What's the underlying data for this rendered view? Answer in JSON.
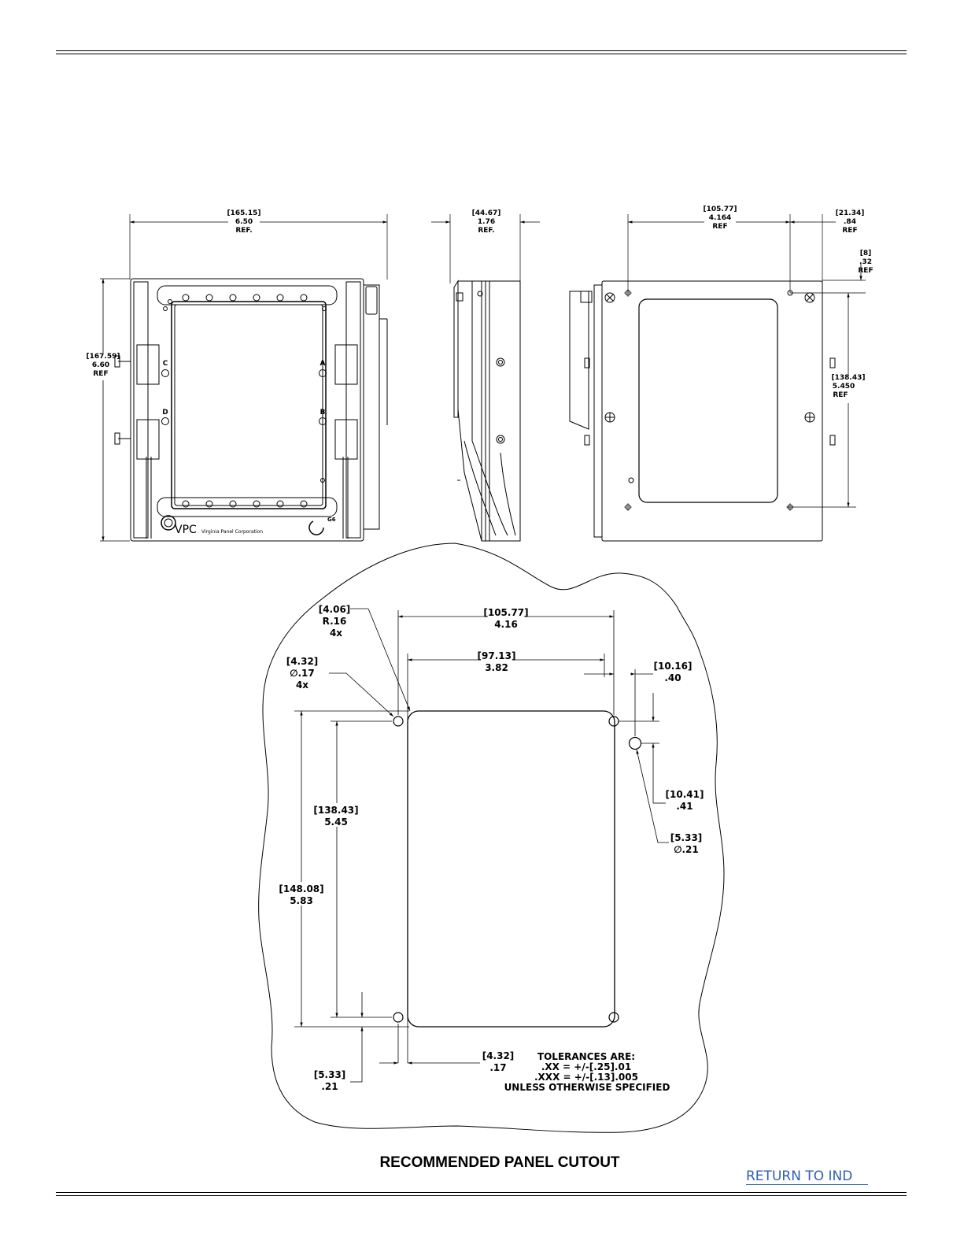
{
  "views": {
    "front": {
      "width_mm": "[165.15]",
      "width_in": "6.50",
      "width_ref": "REF.",
      "height_mm": "[167.59]",
      "height_in": "6.60",
      "height_ref": "REF",
      "label_a": "A",
      "label_b": "B",
      "label_c": "C",
      "label_d": "D",
      "brand_logo": "VPC",
      "brand_text": "Virginia Panel Corporation",
      "series_mark": "G6"
    },
    "side": {
      "depth_mm": "[44.67]",
      "depth_in": "1.76",
      "depth_ref": "REF."
    },
    "rear": {
      "hole_span_mm": "[105.77]",
      "hole_span_in": "4.164",
      "hole_span_ref": "REF",
      "edge_mm": "[21.34]",
      "edge_in": ".84",
      "edge_ref": "REF",
      "top_mm": "[8]",
      "top_in": ".32",
      "top_ref": "REF",
      "vert_mm": "[138.43]",
      "vert_in": "5.450",
      "vert_ref": "REF"
    }
  },
  "cutout": {
    "radius": {
      "mm": "[4.06]",
      "in": "R.16",
      "qty": "4x"
    },
    "hole_dia": {
      "mm": "[4.32]",
      "in": "∅.17",
      "qty": "4x"
    },
    "hole_span": {
      "mm": "[105.77]",
      "in": "4.16"
    },
    "window_width": {
      "mm": "[97.13]",
      "in": "3.82"
    },
    "key_offset": {
      "mm": "[10.16]",
      "in": ".40"
    },
    "key_vert": {
      "mm": "[10.41]",
      "in": ".41"
    },
    "key_dia": {
      "mm": "[5.33]",
      "in": "∅.21"
    },
    "hole_vert": {
      "mm": "[138.43]",
      "in": "5.45"
    },
    "window_height": {
      "mm": "[148.08]",
      "in": "5.83"
    },
    "bottom_offset": {
      "mm": "[5.33]",
      "in": ".21"
    },
    "left_offset": {
      "mm": "[4.32]",
      "in": ".17"
    },
    "tolerances": {
      "title": "TOLERANCES ARE:",
      "line1": ".XX = +/-[.25].01",
      "line2": ".XXX = +/-[.13].005",
      "line3": "UNLESS OTHERWISE SPECIFIED"
    }
  },
  "caption": "RECOMMENDED PANEL CUTOUT",
  "return_link": "RETURN TO IND"
}
